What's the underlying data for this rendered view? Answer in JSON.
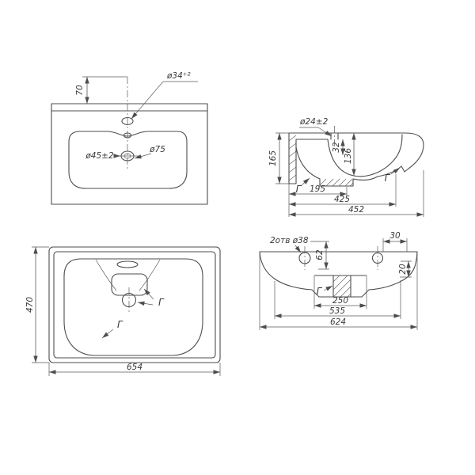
{
  "front_view": {
    "dim_70": "70",
    "dim_faucet": "ø34⁺²",
    "dim_drain_inner": "ø45±2",
    "dim_drain_outer": "ø75"
  },
  "side_section": {
    "dim_hole": "ø24±2",
    "dim_165": "165",
    "dim_32": "32",
    "dim_136": "136",
    "dim_195": "195",
    "dim_425": "425",
    "dim_452": "452",
    "label_g_left": "Г",
    "label_g_right": "Г"
  },
  "top_view": {
    "dim_470": "470",
    "dim_654": "654",
    "label_g_inner": "Г",
    "label_g_corner": "Г"
  },
  "front_section": {
    "dim_holes": "2отв ø38",
    "dim_62": "62",
    "dim_30": "30",
    "dim_20": "20",
    "dim_250": "250",
    "dim_535": "535",
    "dim_624": "624",
    "label_g": "Г"
  }
}
